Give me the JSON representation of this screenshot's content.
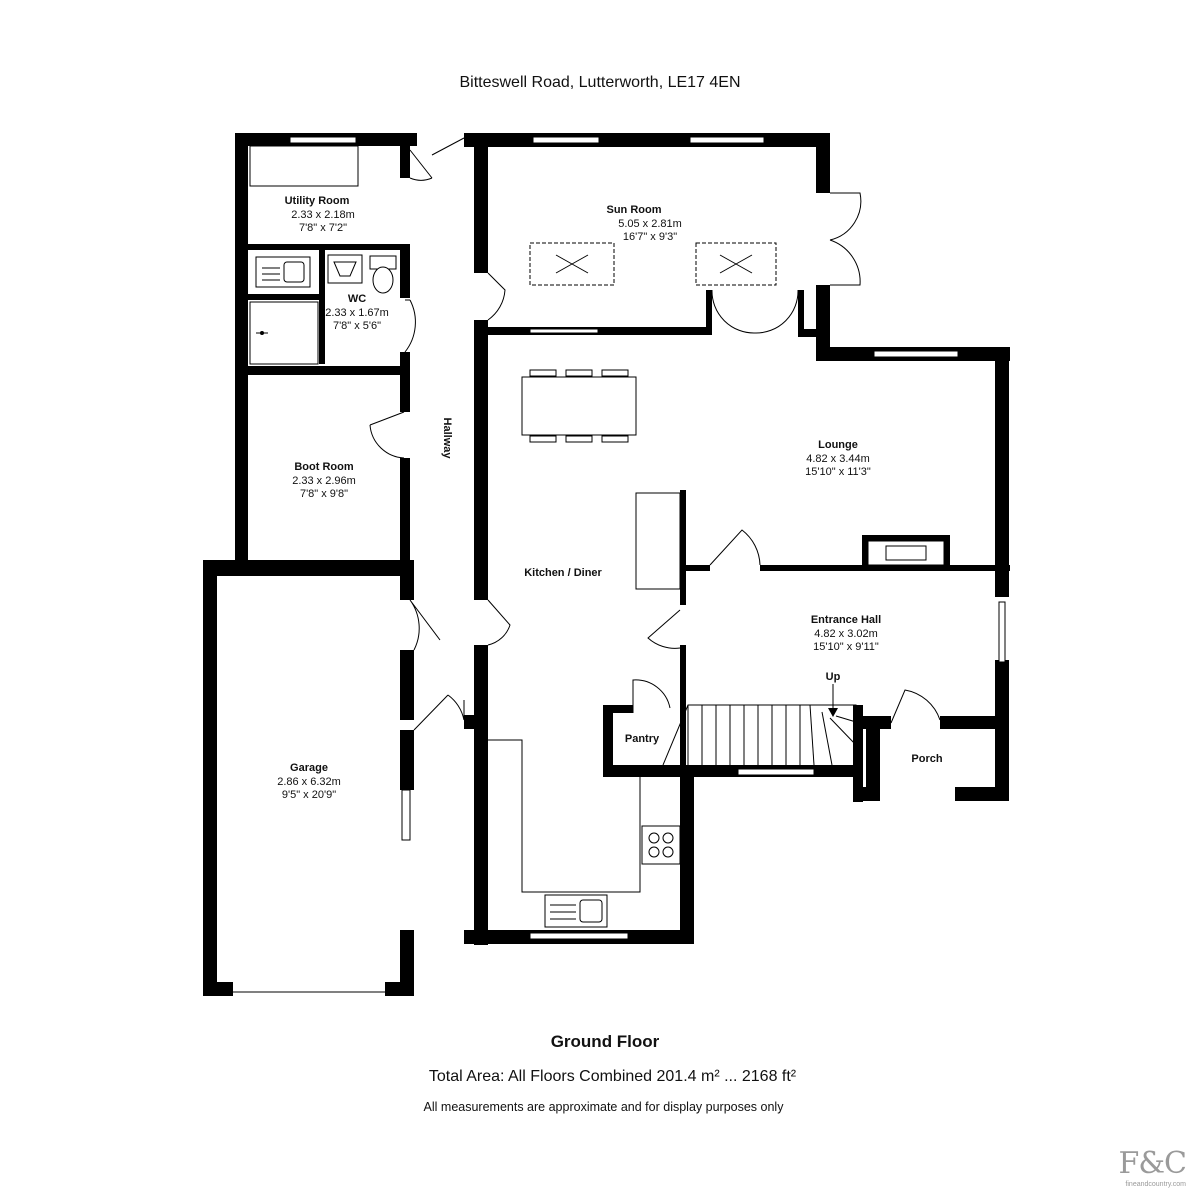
{
  "header": {
    "address": "Bitteswell Road, Lutterworth, LE17 4EN"
  },
  "rooms": {
    "utility": {
      "name": "Utility Room",
      "metric": "2.33 x 2.18m",
      "imperial": "7'8\" x 7'2\""
    },
    "wc": {
      "name": "WC",
      "metric": "2.33 x 1.67m",
      "imperial": "7'8\" x 5'6\""
    },
    "sun": {
      "name": "Sun Room",
      "metric": "5.05 x 2.81m",
      "imperial": "16'7\" x 9'3\""
    },
    "lounge": {
      "name": "Lounge",
      "metric": "4.82 x 3.44m",
      "imperial": "15'10\" x 11'3\""
    },
    "boot": {
      "name": "Boot Room",
      "metric": "2.33 x 2.96m",
      "imperial": "7'8\" x 9'8\""
    },
    "hallway": {
      "name": "Hallway"
    },
    "kitchen": {
      "name": "Kitchen / Diner"
    },
    "entrance": {
      "name": "Entrance Hall",
      "metric": "4.82 x 3.02m",
      "imperial": "15'10\" x 9'11\""
    },
    "up": {
      "name": "Up"
    },
    "pantry": {
      "name": "Pantry"
    },
    "porch": {
      "name": "Porch"
    },
    "garage": {
      "name": "Garage",
      "metric": "2.86 x 6.32m",
      "imperial": "9'5\" x 20'9\""
    }
  },
  "footer": {
    "floor_title": "Ground Floor",
    "total_area": "Total Area: All Floors Combined 201.4 m² ... 2168 ft²",
    "disclaimer": "All measurements are approximate and for display purposes only"
  },
  "logo": {
    "mark": "F&C",
    "url": "fineandcountry.com"
  }
}
